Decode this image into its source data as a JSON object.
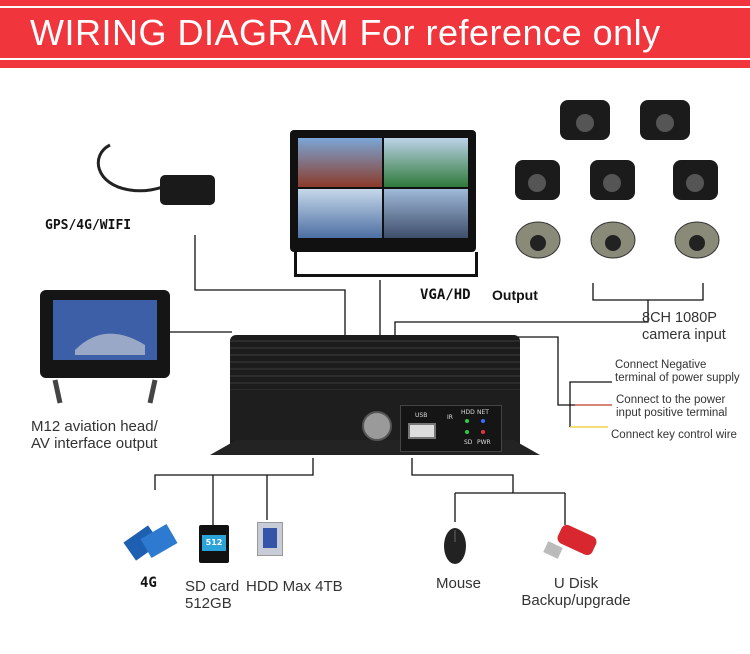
{
  "title": "WIRING DIAGRAM  For reference only",
  "labels": {
    "gps": "GPS/4G/WIFI",
    "vga": "VGA/HD",
    "output": "Output",
    "cam_line1": "8CH 1080P",
    "cam_line2": "camera input",
    "neg_line1": "Connect Negative",
    "neg_line2": "terminal of power supply",
    "pos_line1": "Connect to the power",
    "pos_line2": "input positive terminal",
    "key": "Connect key control wire",
    "av_line1": "M12 aviation head/",
    "av_line2": "AV interface output",
    "g4": "4G",
    "sd_line1": "SD card",
    "sd_line2": "512GB",
    "hdd": "HDD Max 4TB",
    "mouse": "Mouse",
    "udisk_line1": "U Disk",
    "udisk_line2": "Backup/upgrade"
  },
  "dvr_panel": {
    "usb": "USB",
    "ir": "IR",
    "hdd": "HDD",
    "net": "NET",
    "sd": "SD",
    "pwr": "PWR"
  },
  "sd_card_text": "512",
  "colors": {
    "banner": "#f0353d",
    "positive_wire": "#c0392b",
    "key_wire": "#f1d24a"
  }
}
